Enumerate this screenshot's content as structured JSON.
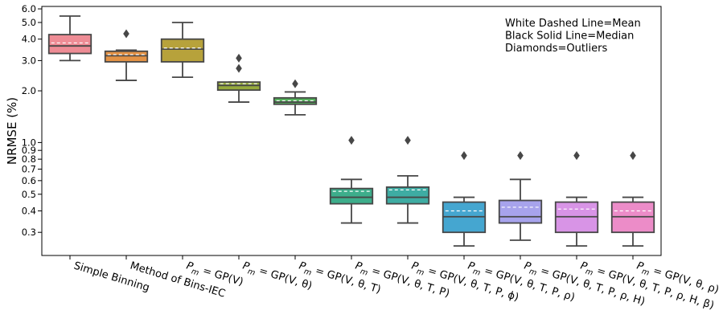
{
  "chart_data": {
    "type": "box",
    "ylabel": "NRMSE (%)",
    "xlabel": "",
    "y_scale": "log",
    "ylim": [
      0.22,
      6.2
    ],
    "y_ticks": [
      {
        "value": 0.3,
        "label": "0.3"
      },
      {
        "value": 0.4,
        "label": "0.4"
      },
      {
        "value": 0.5,
        "label": "0.5"
      },
      {
        "value": 0.6,
        "label": "0.6"
      },
      {
        "value": 0.7,
        "label": "0.7"
      },
      {
        "value": 0.8,
        "label": "0.8"
      },
      {
        "value": 0.9,
        "label": "0.9"
      },
      {
        "value": 1.0,
        "label": "1.0"
      },
      {
        "value": 2.0,
        "label": "2.0"
      },
      {
        "value": 3.0,
        "label": "3.0"
      },
      {
        "value": 4.0,
        "label": "4.0"
      },
      {
        "value": 5.0,
        "label": "5.0"
      },
      {
        "value": 6.0,
        "label": "6.0"
      }
    ],
    "legend_text": [
      "White Dashed Line=Mean",
      "Black Solid Line=Median",
      "Diamonds=Outliers"
    ],
    "legend_position": "top-right",
    "categories": [
      {
        "label": "Simple Binning",
        "color": "#ee8c95",
        "min": 3.0,
        "q1": 3.3,
        "median": 3.65,
        "mean": 3.8,
        "q3": 4.25,
        "max": 5.45,
        "outliers": []
      },
      {
        "label": "Method of Bins-IEC",
        "color": "#e39245",
        "min": 2.3,
        "q1": 2.95,
        "median": 3.2,
        "mean": 3.25,
        "q3": 3.4,
        "max": 3.45,
        "outliers": [
          4.3
        ]
      },
      {
        "label": "P_m = GP(V)",
        "color": "#b7a23b",
        "min": 2.4,
        "q1": 2.95,
        "median": 3.5,
        "mean": 3.55,
        "q3": 4.0,
        "max": 5.0,
        "outliers": []
      },
      {
        "label": "P_m = GP(V, θ)",
        "color": "#96aa3c",
        "min": 1.72,
        "q1": 2.02,
        "median": 2.15,
        "mean": 2.2,
        "q3": 2.25,
        "max": 2.25,
        "outliers": [
          2.7,
          3.1
        ]
      },
      {
        "label": "P_m = GP(V, θ, T)",
        "color": "#53b05a",
        "min": 1.45,
        "q1": 1.67,
        "median": 1.72,
        "mean": 1.75,
        "q3": 1.82,
        "max": 1.97,
        "outliers": [
          2.2
        ]
      },
      {
        "label": "P_m = GP(V, θ, T, P)",
        "color": "#3dad8b",
        "min": 0.34,
        "q1": 0.44,
        "median": 0.48,
        "mean": 0.52,
        "q3": 0.54,
        "max": 0.61,
        "outliers": [
          1.03
        ]
      },
      {
        "label": "P_m = GP(V, θ, T, P, ϕ)",
        "color": "#3eaca3",
        "min": 0.34,
        "q1": 0.44,
        "median": 0.48,
        "mean": 0.53,
        "q3": 0.55,
        "max": 0.64,
        "outliers": [
          1.03
        ]
      },
      {
        "label": "P_m = GP(V, θ, T, P, ρ)",
        "color": "#45a6d0",
        "min": 0.25,
        "q1": 0.3,
        "median": 0.37,
        "mean": 0.4,
        "q3": 0.45,
        "max": 0.48,
        "outliers": [
          0.84
        ]
      },
      {
        "label": "P_m = GP(V, θ, T, P, ρ, H)",
        "color": "#a7a3ec",
        "min": 0.27,
        "q1": 0.34,
        "median": 0.37,
        "mean": 0.42,
        "q3": 0.46,
        "max": 0.61,
        "outliers": [
          0.84
        ]
      },
      {
        "label": "P_m = GP(V, θ, T, P, ρ, H, β)",
        "color": "#d894e6",
        "min": 0.25,
        "q1": 0.3,
        "median": 0.37,
        "mean": 0.41,
        "q3": 0.45,
        "max": 0.48,
        "outliers": [
          0.84
        ]
      },
      {
        "label": "P_m = GP(V, θ, ρ)",
        "color": "#ec8cc8",
        "min": 0.25,
        "q1": 0.3,
        "median": 0.37,
        "mean": 0.4,
        "q3": 0.45,
        "max": 0.48,
        "outliers": [
          0.84
        ]
      }
    ]
  }
}
